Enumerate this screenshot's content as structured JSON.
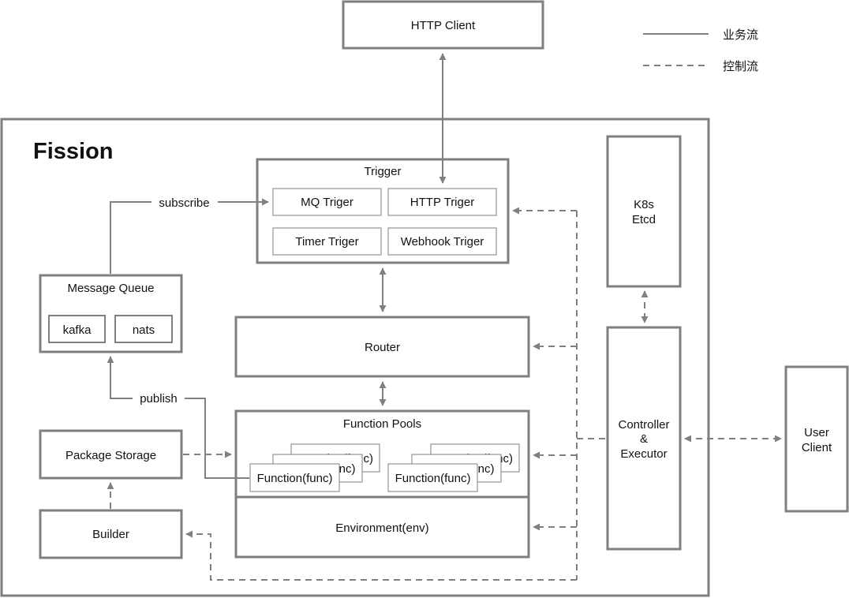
{
  "legend": {
    "business_flow": "业务流",
    "control_flow": "控制流"
  },
  "nodes": {
    "http_client": "HTTP Client",
    "fission": "Fission",
    "trigger": "Trigger",
    "mq_trigger": "MQ Triger",
    "http_trigger": "HTTP Triger",
    "timer_trigger": "Timer Triger",
    "webhook_trigger": "Webhook Triger",
    "k8s_line1": "K8s",
    "k8s_line2": "Etcd",
    "message_queue": "Message Queue",
    "kafka": "kafka",
    "nats": "nats",
    "router": "Router",
    "function_pools": "Function Pools",
    "function_label": "Function(func)",
    "environment": "Environment(env)",
    "package_storage": "Package Storage",
    "builder": "Builder",
    "controller_line1": "Controller",
    "controller_line2": "&",
    "controller_line3": "Executor",
    "user_client_line1": "User",
    "user_client_line2": "Client"
  },
  "edges": {
    "subscribe": "subscribe",
    "publish": "publish"
  },
  "colors": {
    "border": "#7f7f7f",
    "line": "#808080",
    "text": "#111111",
    "background": "#ffffff"
  }
}
